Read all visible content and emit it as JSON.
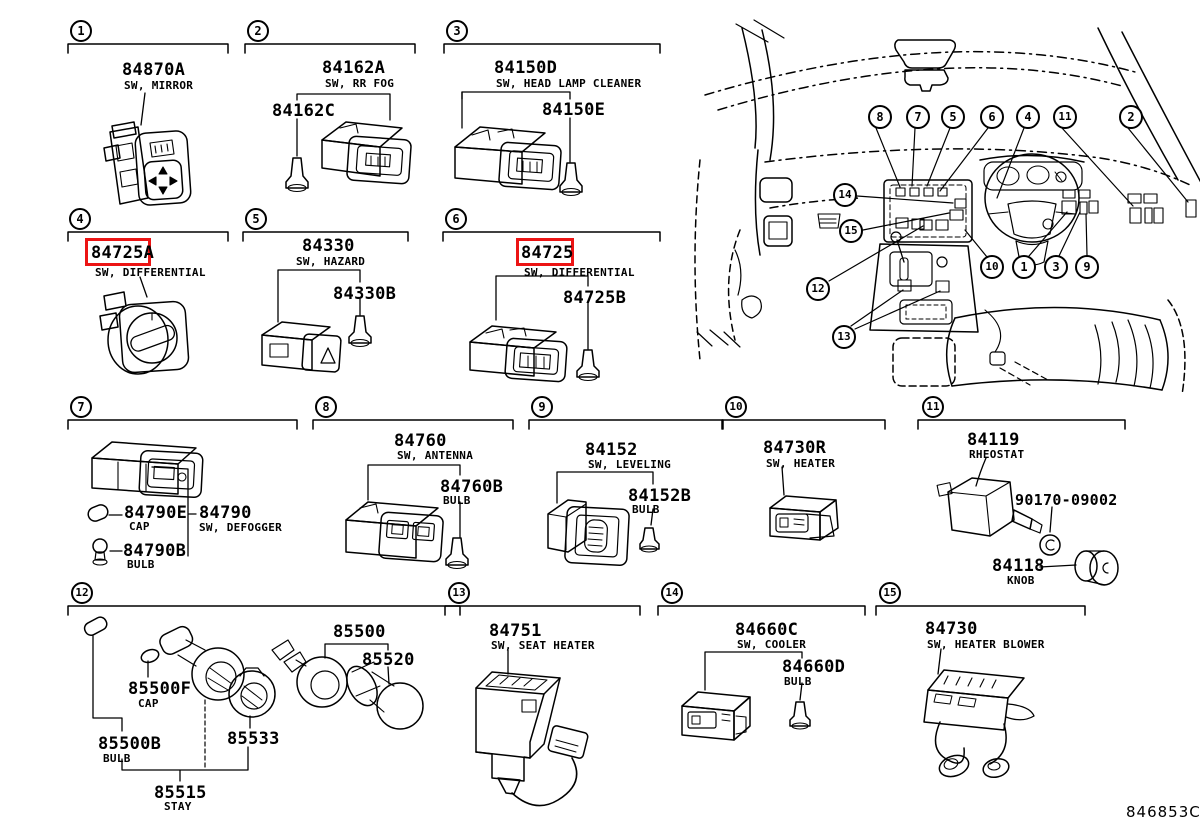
{
  "doc_code": "846853C",
  "colors": {
    "line": "#000000",
    "highlight_red": "#ec1414",
    "background": "#ffffff"
  },
  "sections": [
    {
      "num": "1",
      "parts": [
        {
          "number": "84870A",
          "label": "SW, MIRROR"
        }
      ]
    },
    {
      "num": "2",
      "parts": [
        {
          "number": "84162A",
          "label": "SW, RR FOG"
        },
        {
          "number": "84162C"
        }
      ]
    },
    {
      "num": "3",
      "parts": [
        {
          "number": "84150D",
          "label": "SW, HEAD LAMP CLEANER"
        },
        {
          "number": "84150E"
        }
      ]
    },
    {
      "num": "4",
      "parts": [
        {
          "number": "84725A",
          "label": "SW, DIFFERENTIAL",
          "highlighted": true
        }
      ]
    },
    {
      "num": "5",
      "parts": [
        {
          "number": "84330",
          "label": "SW, HAZARD"
        },
        {
          "number": "84330B"
        }
      ]
    },
    {
      "num": "6",
      "parts": [
        {
          "number": "84725",
          "label": "SW, DIFFERENTIAL",
          "highlighted": true
        },
        {
          "number": "84725B"
        }
      ]
    },
    {
      "num": "7",
      "parts": [
        {
          "number": "84790E",
          "label": "CAP"
        },
        {
          "number": "84790",
          "label": "SW, DEFOGGER"
        },
        {
          "number": "84790B",
          "label": "BULB"
        }
      ]
    },
    {
      "num": "8",
      "parts": [
        {
          "number": "84760",
          "label": "SW, ANTENNA"
        },
        {
          "number": "84760B",
          "label": "BULB"
        }
      ]
    },
    {
      "num": "9",
      "parts": [
        {
          "number": "84152",
          "label": "SW, LEVELING"
        },
        {
          "number": "84152B",
          "label": "BULB"
        }
      ]
    },
    {
      "num": "10",
      "parts": [
        {
          "number": "84730R",
          "label": "SW, HEATER"
        }
      ]
    },
    {
      "num": "11",
      "parts": [
        {
          "number": "84119",
          "label": "RHEOSTAT"
        },
        {
          "number": "90170-09002"
        },
        {
          "number": "84118",
          "label": "KNOB"
        }
      ]
    },
    {
      "num": "12",
      "parts": [
        {
          "number": "85500F",
          "label": "CAP"
        },
        {
          "number": "85500B",
          "label": "BULB"
        },
        {
          "number": "85533"
        },
        {
          "number": "85515",
          "label": "STAY"
        },
        {
          "number": "85500"
        },
        {
          "number": "85520"
        }
      ]
    },
    {
      "num": "13",
      "parts": [
        {
          "number": "84751",
          "label": "SW, SEAT HEATER"
        }
      ]
    },
    {
      "num": "14",
      "parts": [
        {
          "number": "84660C",
          "label": "SW, COOLER"
        },
        {
          "number": "84660D",
          "label": "BULB"
        }
      ]
    },
    {
      "num": "15",
      "parts": [
        {
          "number": "84730",
          "label": "SW, HEATER BLOWER"
        }
      ]
    }
  ],
  "dashboard": {
    "callouts": [
      {
        "num": "8"
      },
      {
        "num": "7"
      },
      {
        "num": "5"
      },
      {
        "num": "6"
      },
      {
        "num": "4"
      },
      {
        "num": "11"
      },
      {
        "num": "2"
      },
      {
        "num": "14"
      },
      {
        "num": "15"
      },
      {
        "num": "12"
      },
      {
        "num": "13"
      },
      {
        "num": "10"
      },
      {
        "num": "1"
      },
      {
        "num": "3"
      },
      {
        "num": "9"
      }
    ]
  }
}
